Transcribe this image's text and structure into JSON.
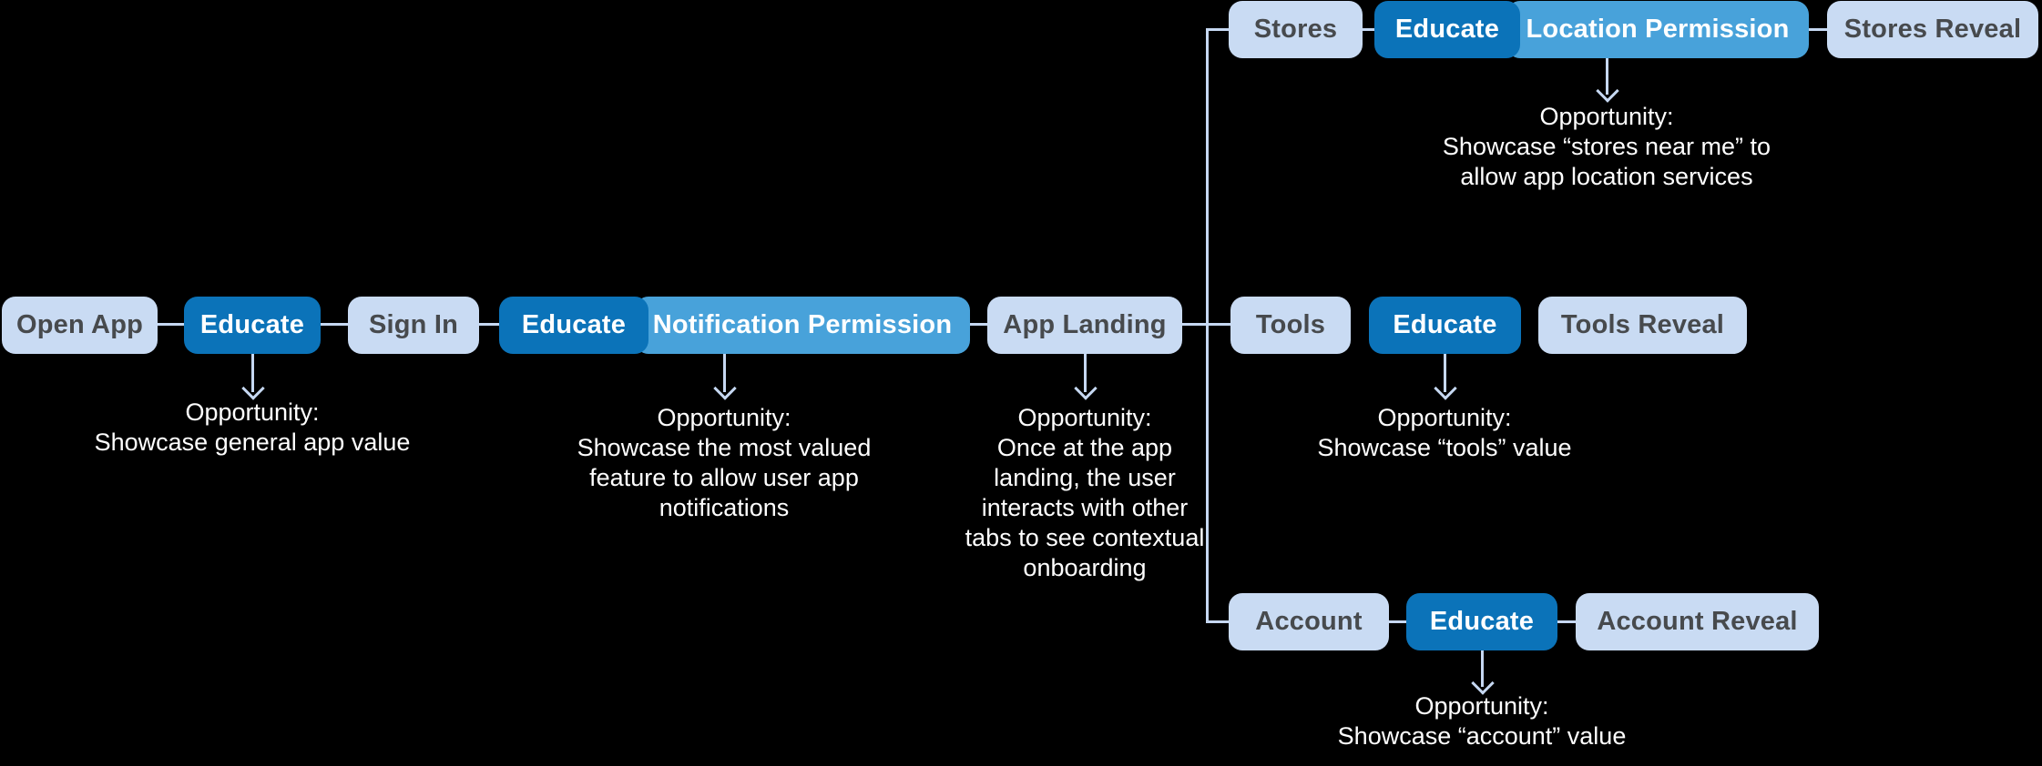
{
  "colors": {
    "background": "#000000",
    "dark_blue": "#0b73b9",
    "medium_blue": "#48a2da",
    "light_blue": "#c9dbf3",
    "connector": "#c6d8f2",
    "node_text_dark": "#474a4d",
    "node_text_light": "#ffffff",
    "annotation_text": "#ffffff"
  },
  "nodes": {
    "open_app": "Open App",
    "educate_1": "Educate",
    "sign_in": "Sign In",
    "educate_2": "Educate",
    "notification_permission": "Notification Permission",
    "app_landing": "App Landing"
  },
  "branches": {
    "stores": {
      "tab": "Stores",
      "educate": "Educate",
      "permission": "Location Permission",
      "reveal": "Stores Reveal"
    },
    "tools": {
      "tab": "Tools",
      "educate": "Educate",
      "reveal": "Tools Reveal"
    },
    "account": {
      "tab": "Account",
      "educate": "Educate",
      "reveal": "Account Reveal"
    }
  },
  "annotations": {
    "general": {
      "title": "Opportunity:",
      "lines": [
        "Showcase general app value"
      ]
    },
    "notifications": {
      "title": "Opportunity:",
      "lines": [
        "Showcase the most valued",
        "feature to allow user app",
        "notifications"
      ]
    },
    "landing": {
      "title": "Opportunity:",
      "lines": [
        "Once at the app",
        "landing, the user",
        "interacts with other",
        "tabs to see contextual",
        "onboarding"
      ]
    },
    "stores": {
      "title": "Opportunity:",
      "lines": [
        "Showcase “stores near me” to",
        "allow app location services"
      ]
    },
    "tools": {
      "title": "Opportunity:",
      "lines": [
        "Showcase “tools” value"
      ]
    },
    "account": {
      "title": "Opportunity:",
      "lines": [
        "Showcase “account” value"
      ]
    }
  }
}
